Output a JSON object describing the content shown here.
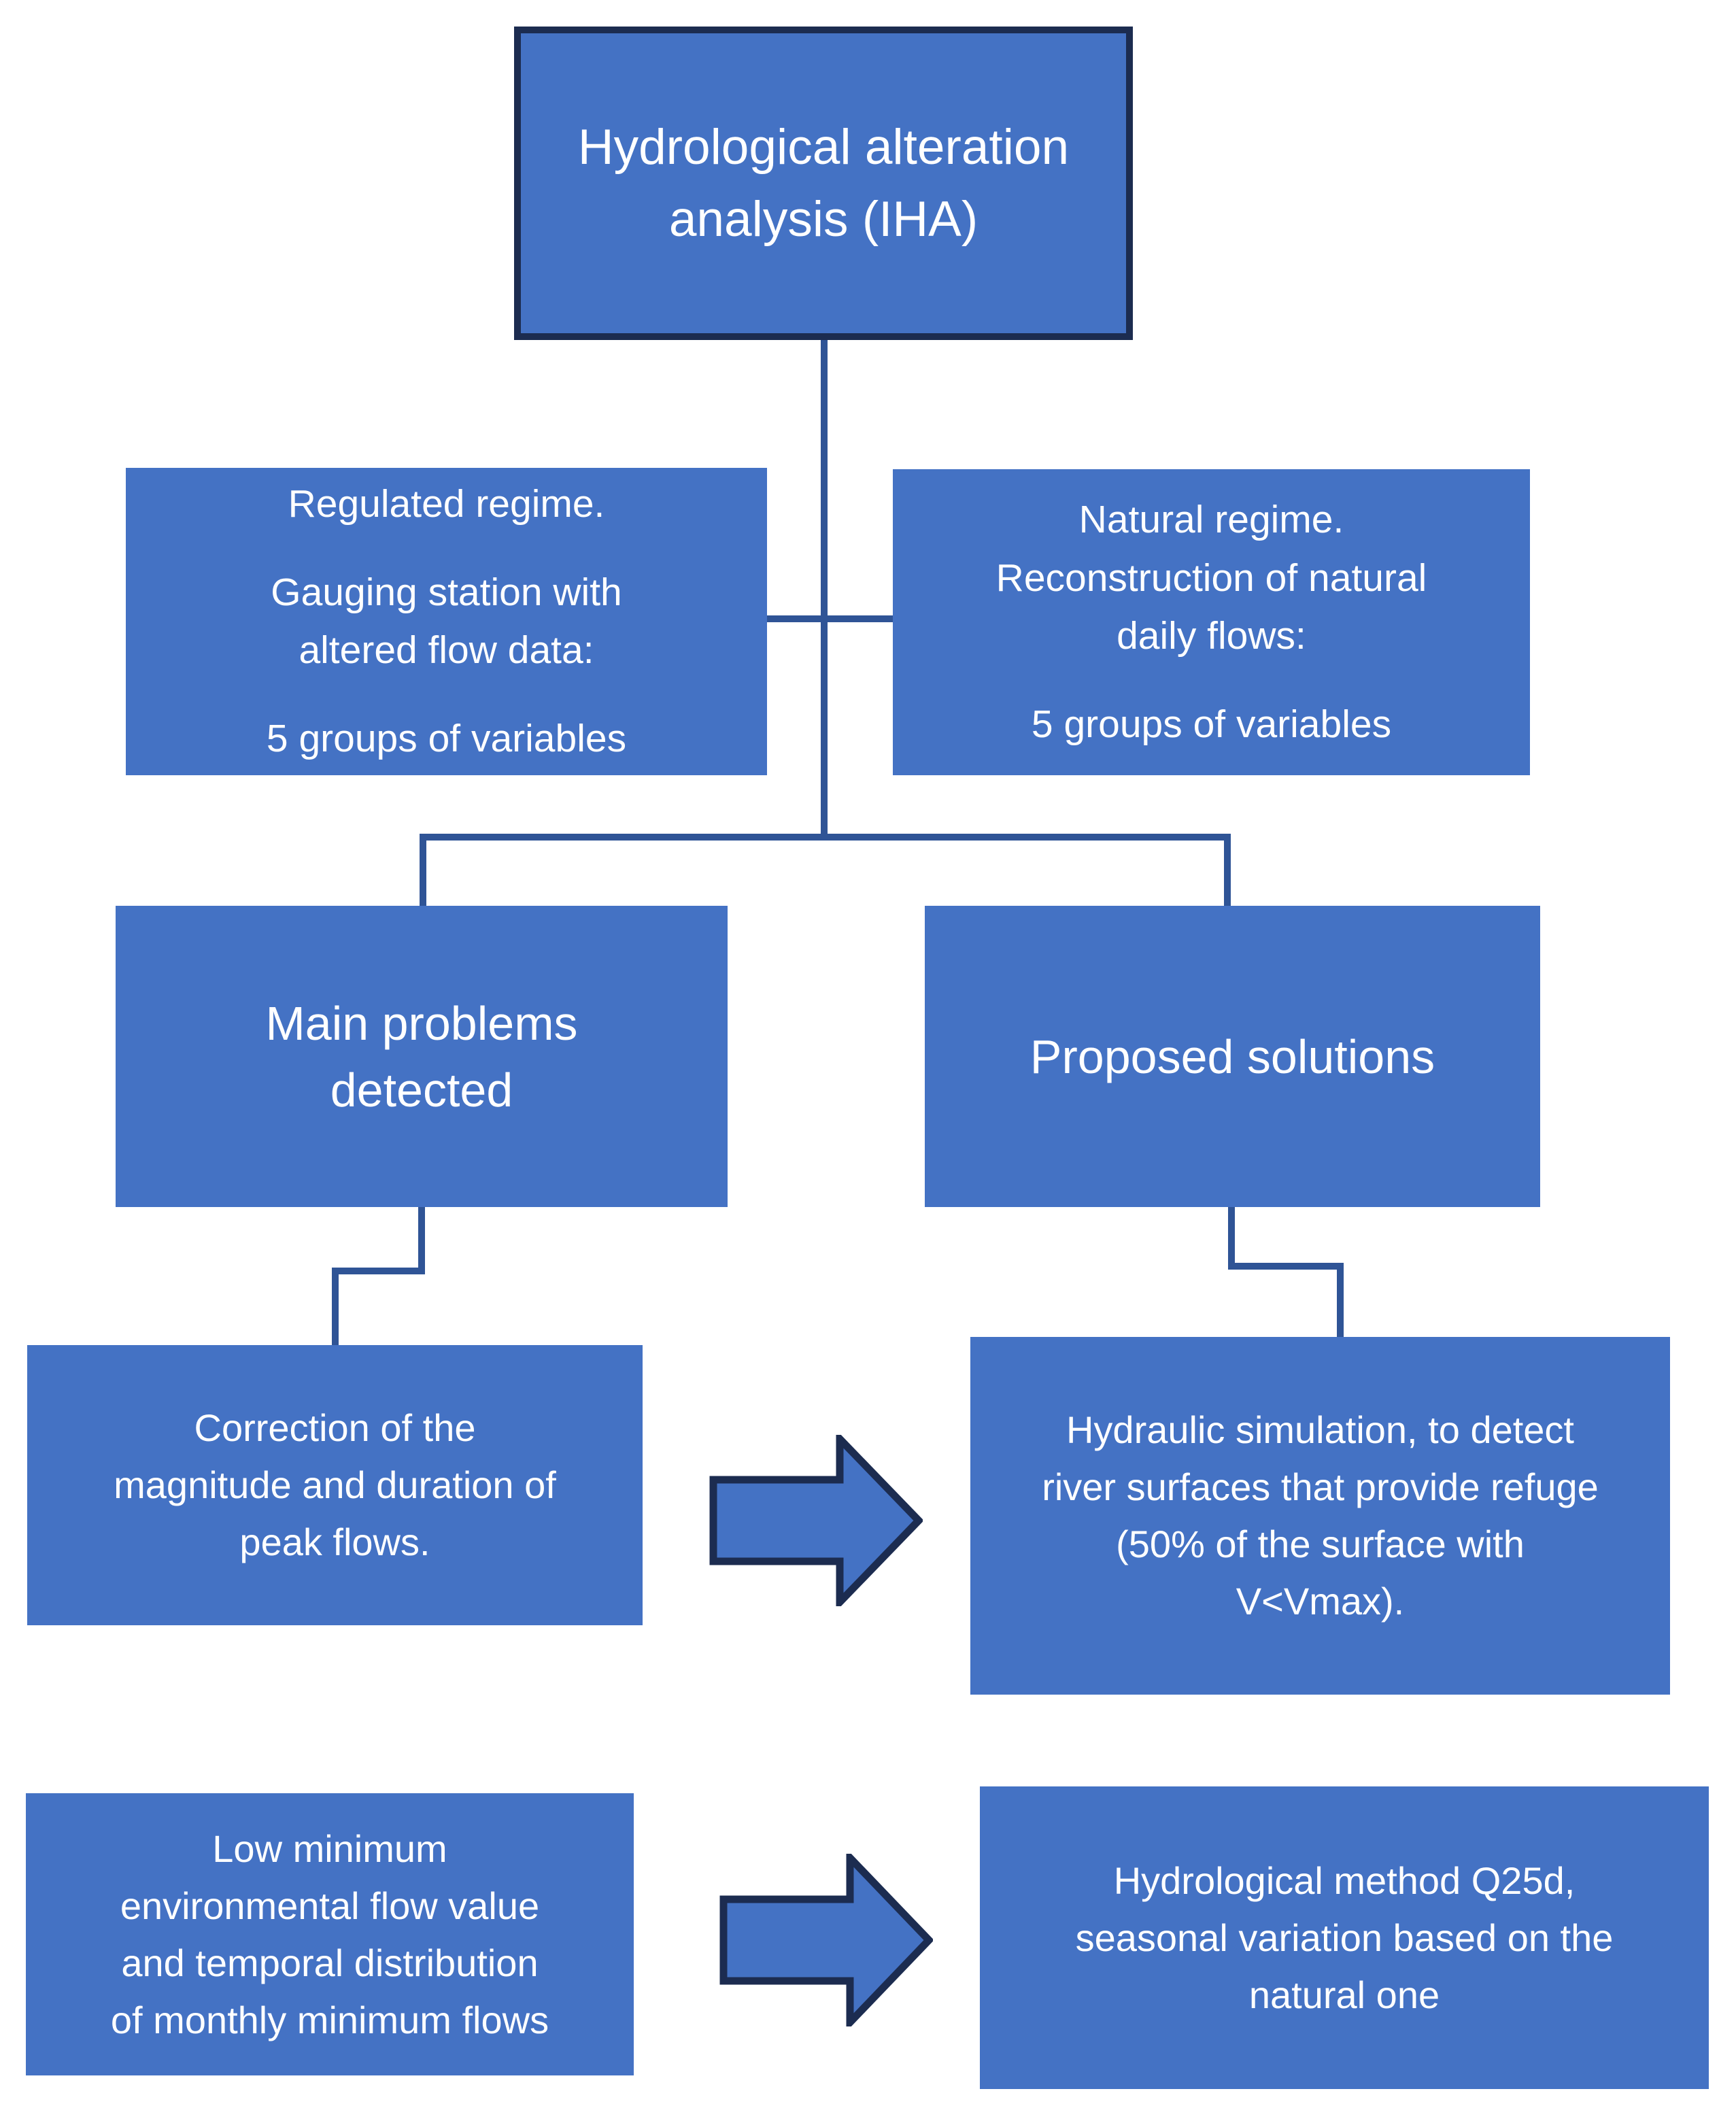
{
  "colors": {
    "box_fill": "#4472C4",
    "box_border": "#1C2C50",
    "connector": "#2F5496",
    "text": "#FFFFFF",
    "background": "#FFFFFF"
  },
  "flowchart": {
    "root": {
      "text": "Hydrological alteration\nanalysis (IHA)"
    },
    "regulated": {
      "p1": "Regulated regime.",
      "p2": "Gauging station with\naltered flow data:",
      "p3": "5 groups of variables"
    },
    "natural": {
      "p1": "Natural regime.\nReconstruction of natural\ndaily flows:",
      "p2": "5 groups of variables"
    },
    "main_problems": {
      "text": "Main problems\ndetected"
    },
    "proposed_solutions": {
      "text": "Proposed solutions"
    },
    "correction": {
      "text": "Correction of the\nmagnitude and duration of\npeak flows."
    },
    "hydraulic": {
      "text": "Hydraulic simulation, to detect\nriver surfaces that provide refuge\n(50% of the surface with\nV<Vmax)."
    },
    "low_minimum": {
      "text": "Low minimum\nenvironmental flow value\nand temporal distribution\nof monthly minimum flows"
    },
    "hydro_method": {
      "text": "Hydrological method Q25d,\nseasonal variation based on the\nnatural one"
    }
  }
}
